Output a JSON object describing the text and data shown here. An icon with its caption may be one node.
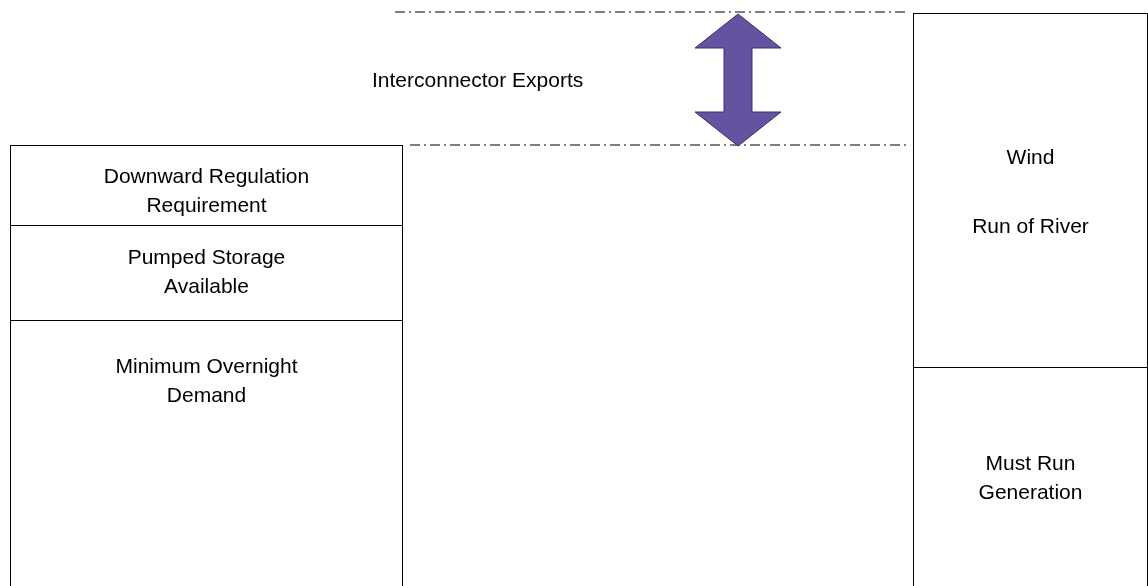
{
  "diagram": {
    "nodes": [
      {
        "text": [
          "Downward Regulation Requirement"
        ]
      },
      {
        "text": [
          "Pumped Storage Available"
        ]
      },
      {
        "text": [
          "Minimum Overnight Demand"
        ]
      },
      {
        "text": [
          "Wind",
          "Run of River"
        ]
      },
      {
        "text": [
          "Must Run Generation"
        ]
      }
    ],
    "labels": [
      "Interconnector Exports"
    ]
  }
}
